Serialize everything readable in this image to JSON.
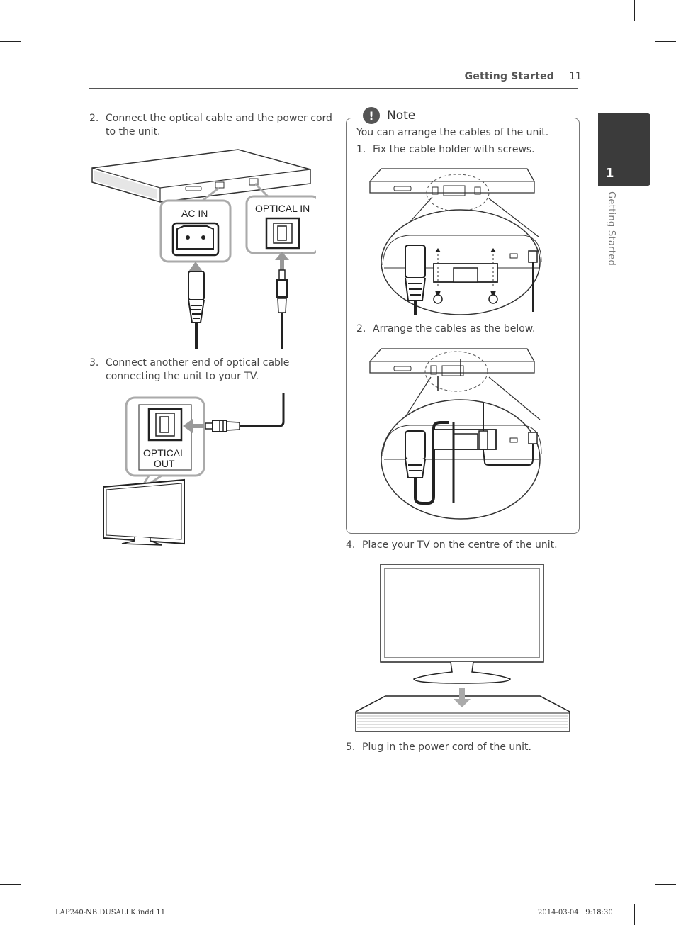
{
  "header": {
    "section_title": "Getting Started",
    "page_number": "11"
  },
  "side_tab": {
    "chapter_number": "1",
    "chapter_title": "Getting Started"
  },
  "steps_left": [
    {
      "number": "2.",
      "text_lines": [
        "Connect the optical cable and the power cord",
        "to the unit."
      ]
    },
    {
      "number": "3.",
      "text_lines": [
        "Connect another end of optical cable",
        "connecting the unit to your TV."
      ]
    }
  ],
  "figure_labels": {
    "ac_in": "AC IN",
    "optical_in": "OPTICAL IN",
    "optical_out_line1": "OPTICAL",
    "optical_out_line2": "OUT"
  },
  "note": {
    "label": "Note",
    "icon": "exclamation-icon",
    "intro": "You can arrange the cables of the unit.",
    "items": [
      {
        "number": "1.",
        "text": "Fix the cable holder with screws."
      },
      {
        "number": "2.",
        "text": "Arrange the cables as the below."
      }
    ]
  },
  "steps_right": [
    {
      "number": "4.",
      "text": "Place your TV on the centre of the unit."
    },
    {
      "number": "5.",
      "text": "Plug in the power cord of the unit."
    }
  ],
  "footer": {
    "file": "LAP240-NB.DUSALLK.indd   11",
    "timestamp": "2014-03-04     9:18:30"
  }
}
